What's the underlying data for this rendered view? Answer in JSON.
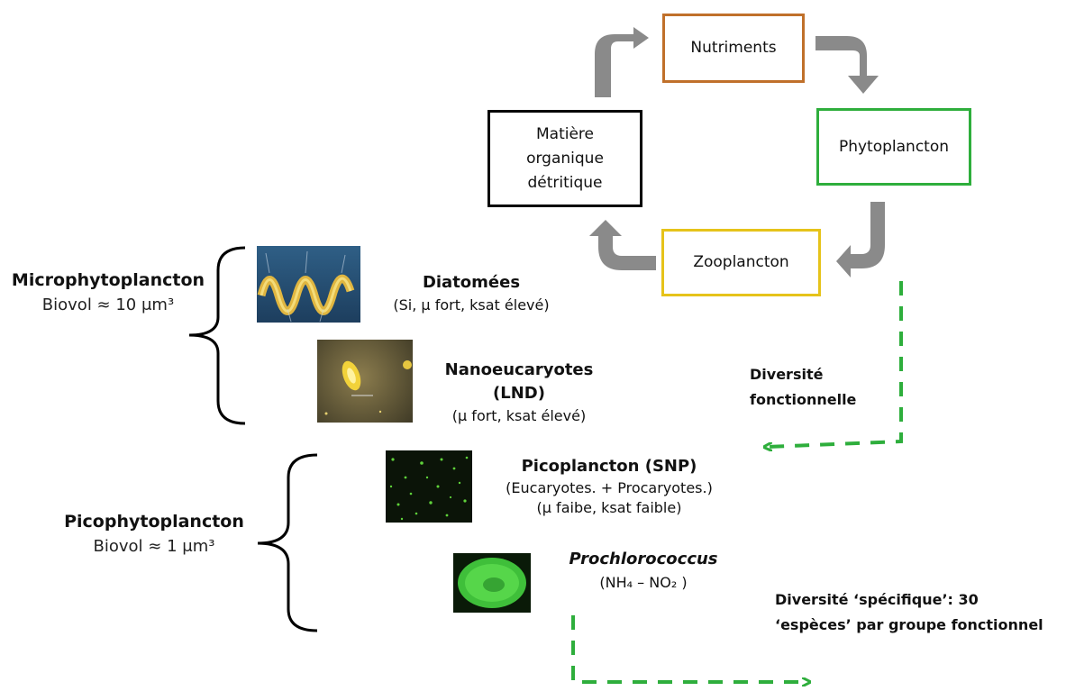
{
  "cycle": {
    "nutriments": "Nutriments",
    "phytoplancton": "Phytoplancton",
    "zooplancton": "Zooplancton",
    "matiere": "Matière\norganique\ndétritique"
  },
  "colors": {
    "nutriments": "#c0702a",
    "phytoplancton": "#2eae3c",
    "zooplancton": "#e6c31a",
    "matiere": "#000000",
    "cycle_arrow": "#8a8a8a",
    "dashed_arrow": "#2eae3c"
  },
  "groups": {
    "micro": {
      "name": "Microphytoplancton",
      "biovol": "Biovol  ≈ 10 μm³"
    },
    "pico": {
      "name": "Picophytoplancton",
      "biovol": "Biovol  ≈ 1 μm³"
    }
  },
  "taxa": {
    "diatomees": {
      "name": "Diatomées",
      "desc": "(Si, μ fort, ksat élevé)"
    },
    "nano": {
      "name": "Nanoeucaryotes",
      "sub": "(LND)",
      "desc": "(μ fort, ksat élevé)"
    },
    "pico": {
      "name": "Picoplancton  (SNP)",
      "desc1": "(Eucaryotes. + Procaryotes.)",
      "desc2": "(μ faibe, ksat faible)"
    },
    "prochloro": {
      "name": "Prochlorococcus",
      "formula": "(NH₄ – NO₂ )"
    }
  },
  "diversity": {
    "fonctionnelle": "Diversité\nfonctionnelle",
    "specifique": "Diversité ‘spécifique’: 30\n‘espèces’ par groupe fonctionnel"
  },
  "icons": {
    "diatom_image": "diatom-photo-icon",
    "nano_image": "nanoeukaryote-photo-icon",
    "pico_image": "picoplankton-photo-icon",
    "prochloro_image": "prochlorococcus-photo-icon"
  }
}
